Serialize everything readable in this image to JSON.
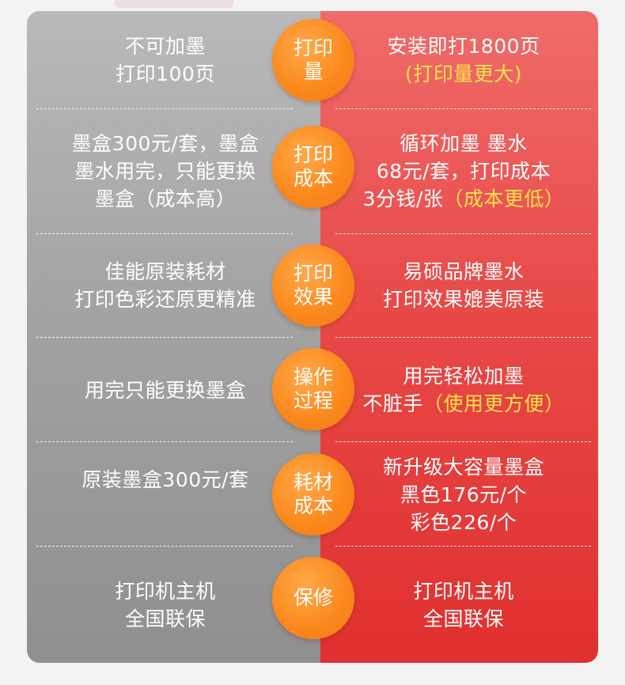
{
  "rows": [
    {
      "badge": [
        "打印",
        "量"
      ],
      "left": [
        [
          "不可加墨"
        ],
        [
          "打印100页"
        ]
      ],
      "right": [
        [
          "安装即打1800页"
        ],
        [
          "",
          "(打印量更大)"
        ]
      ]
    },
    {
      "badge": [
        "打印",
        "成本"
      ],
      "left": [
        [
          "墨盒300元/套，墨盒"
        ],
        [
          "墨水用完，只能更换"
        ],
        [
          "墨盒（成本高）"
        ]
      ],
      "right": [
        [
          "循环加墨 墨水"
        ],
        [
          "68元/套，打印成本"
        ],
        [
          "3分钱/张",
          "（成本更低）"
        ]
      ]
    },
    {
      "badge": [
        "打印",
        "效果"
      ],
      "left": [
        [
          "佳能原装耗材"
        ],
        [
          "打印色彩还原更精准"
        ]
      ],
      "right": [
        [
          "易硕品牌墨水"
        ],
        [
          "打印效果媲美原装"
        ]
      ]
    },
    {
      "badge": [
        "操作",
        "过程"
      ],
      "left": [
        [
          "用完只能更换墨盒"
        ]
      ],
      "right": [
        [
          "用完轻松加墨"
        ],
        [
          "不脏手",
          "（使用更方便）"
        ]
      ]
    },
    {
      "badge": [
        "耗材",
        "成本"
      ],
      "left": [
        [
          "原装墨盒300元/套"
        ]
      ],
      "right": [
        [
          "新升级大容量墨盒"
        ],
        [
          "黑色176元/个"
        ],
        [
          "彩色226/个"
        ]
      ]
    },
    {
      "badge": [
        "保修"
      ],
      "left": [
        [
          "打印机主机"
        ],
        [
          "全国联保"
        ]
      ],
      "right": [
        [
          "打印机主机"
        ],
        [
          "全国联保"
        ]
      ]
    }
  ]
}
